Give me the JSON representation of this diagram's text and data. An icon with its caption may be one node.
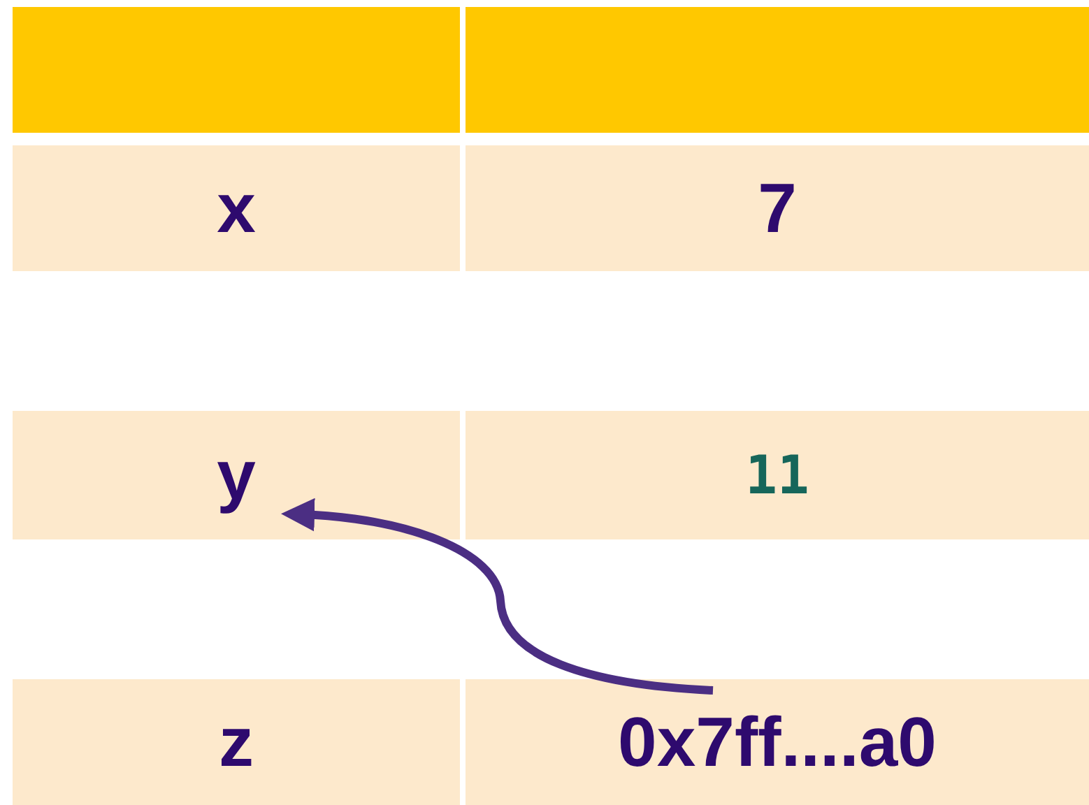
{
  "diagram": {
    "nodes": [
      {
        "text": [],
        "shape": "box"
      },
      {
        "text": [],
        "shape": "box"
      },
      {
        "text": [
          "x"
        ]
      },
      {
        "text": [
          "7"
        ]
      },
      {
        "text": [
          "y"
        ]
      },
      {
        "text": [
          "11"
        ]
      },
      {
        "text": [
          "z"
        ]
      },
      {
        "text": [
          "0x7ff....a0"
        ]
      }
    ],
    "edges": [
      {
        "from": 7,
        "to": 4,
        "arrow": "to",
        "color": "#4b2e83"
      }
    ]
  }
}
